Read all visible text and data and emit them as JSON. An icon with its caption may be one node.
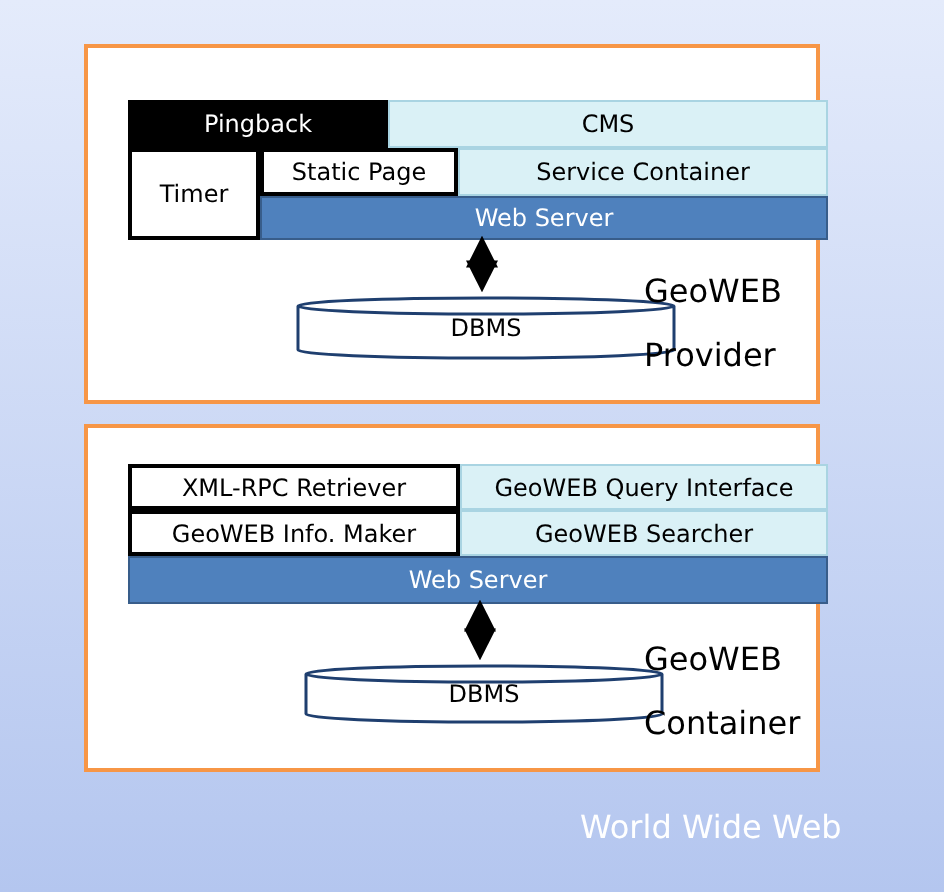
{
  "diagram": {
    "nodes": [
      {
        "text": [
          "World Wide Web"
        ]
      },
      {
        "text": [
          "GeoWEB Provider"
        ],
        "in": 0
      },
      {
        "text": [
          "Pingback"
        ],
        "in": 1
      },
      {
        "text": [
          "CMS"
        ],
        "in": 1
      },
      {
        "text": [
          "Timer"
        ],
        "in": 1
      },
      {
        "text": [
          "Static Page"
        ],
        "in": 1
      },
      {
        "text": [
          "Service Container"
        ],
        "in": 1
      },
      {
        "text": [
          "Web Server"
        ],
        "in": 1
      },
      {
        "text": [
          "DBMS"
        ],
        "in": 1
      },
      {
        "text": [
          "GeoWEB Container"
        ],
        "in": 0
      },
      {
        "text": [
          "XML-RPC Retriever"
        ],
        "in": 9
      },
      {
        "text": [
          "GeoWEB Query Interface"
        ],
        "in": 9
      },
      {
        "text": [
          "GeoWEB Info. Maker"
        ],
        "in": 9
      },
      {
        "text": [
          "GeoWEB Searcher"
        ],
        "in": 9
      },
      {
        "text": [
          "Web Server"
        ],
        "in": 9
      },
      {
        "text": [
          "DBMS"
        ],
        "in": 9
      }
    ],
    "edges": [
      {
        "from": 7,
        "to": 8,
        "arrow": "both"
      },
      {
        "from": 14,
        "to": 15,
        "arrow": "both"
      }
    ]
  }
}
